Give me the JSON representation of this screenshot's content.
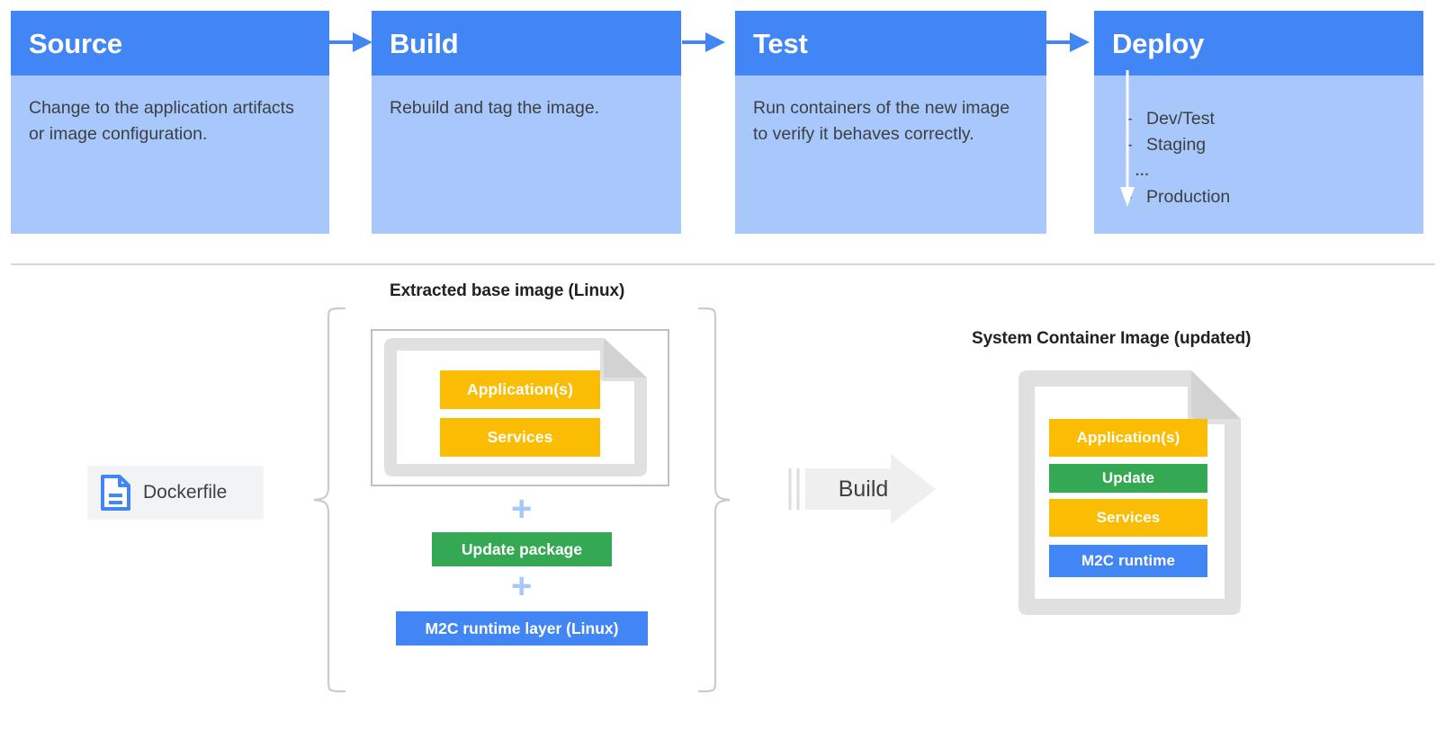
{
  "pipeline": {
    "cards": [
      {
        "title": "Source",
        "body": "Change to the application artifacts or image configuration."
      },
      {
        "title": "Build",
        "body": "Rebuild and tag the image."
      },
      {
        "title": "Test",
        "body": "Run containers of the new image to verify it behaves correctly."
      },
      {
        "title": "Deploy",
        "body": ""
      }
    ],
    "deploy_steps": [
      {
        "marker": "-",
        "label": "Dev/Test"
      },
      {
        "marker": "-",
        "label": "Staging"
      },
      {
        "marker": "...",
        "label": ""
      },
      {
        "marker": "-",
        "label": "Production"
      }
    ],
    "arrow_icon": "arrow-right-icon"
  },
  "lower": {
    "base_image_label": "Extracted base image (Linux)",
    "output_image_label": "System Container Image (updated)",
    "dockerfile": {
      "label": "Dockerfile",
      "icon": "document-icon"
    },
    "base_layers": [
      {
        "label": "Application(s)",
        "color": "#fbbc04"
      },
      {
        "label": "Services",
        "color": "#fbbc04"
      }
    ],
    "added_layers": [
      {
        "label": "Update package",
        "color": "#34a853"
      },
      {
        "label": "M2C runtime layer (Linux)",
        "color": "#4285f4"
      }
    ],
    "plus_symbol": "+",
    "build_action": {
      "label": "Build",
      "icon": "block-arrow-right-icon"
    },
    "output_layers": [
      {
        "label": "Application(s)",
        "color": "#fbbc04"
      },
      {
        "label": "Update",
        "color": "#34a853"
      },
      {
        "label": "Services",
        "color": "#fbbc04"
      },
      {
        "label": "M2C runtime",
        "color": "#4285f4"
      }
    ]
  },
  "colors": {
    "header_blue": "#4285f4",
    "body_blue": "#a8c7fa",
    "yellow": "#fbbc04",
    "green": "#34a853",
    "blue": "#4285f4",
    "gray_border": "#bdc1c6",
    "doc_gray": "#e0e0e0",
    "divider": "#d4d8de",
    "arrow_gray": "#efefef",
    "text_dark": "#3c4043"
  }
}
